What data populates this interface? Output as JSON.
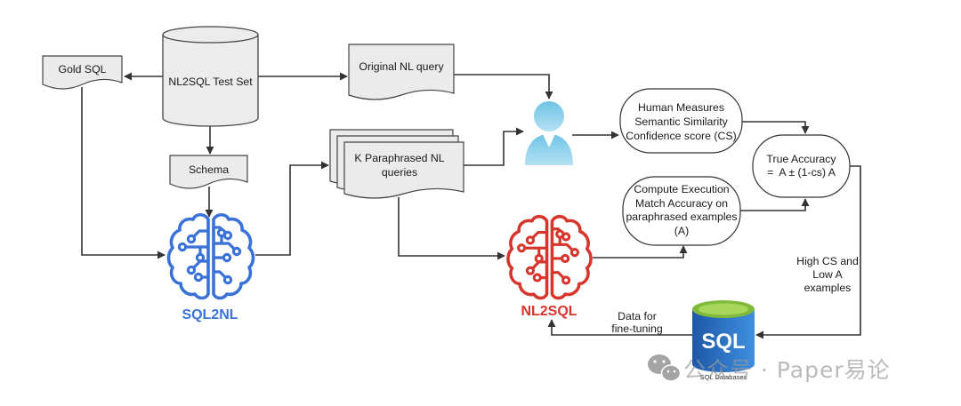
{
  "diagram": {
    "nodes": {
      "test_set": {
        "label": "NL2SQL Test Set",
        "icon": "database-cylinder-icon"
      },
      "gold_sql": {
        "label": "Gold SQL",
        "icon": "document-icon"
      },
      "original_query": {
        "label": "Original NL query",
        "icon": "document-icon"
      },
      "schema": {
        "label": "Schema",
        "icon": "document-icon"
      },
      "paraphrased_queries": {
        "lines": [
          "K Paraphrased NL",
          "queries"
        ],
        "icon": "stacked-documents-icon"
      },
      "human": {
        "icon": "person-icon"
      },
      "human_measures": {
        "lines": [
          "Human Measures",
          "Semantic Similarity",
          "Confidence score (CS)"
        ]
      },
      "true_accuracy": {
        "lines": [
          "True Accuracy",
          "=  A ± (1-cs) A"
        ]
      },
      "compute_accuracy": {
        "lines": [
          "Compute Execution",
          "Match Accuracy on",
          "paraphrased examples",
          "(A)"
        ]
      },
      "sql2nl": {
        "label": "SQL2NL",
        "icon": "brain-circuit-icon"
      },
      "nl2sql": {
        "label": "NL2SQL",
        "icon": "brain-circuit-icon"
      },
      "sql_databases": {
        "badge": "SQL",
        "caption": "SQL Databases",
        "icon": "sql-database-icon"
      }
    },
    "edge_labels": {
      "high_cs_low_a": [
        "High CS and",
        "Low A",
        "examples"
      ],
      "fine_tuning_data": [
        "Data for",
        "fine-tuning"
      ]
    }
  },
  "watermark": {
    "text": "公众号 · Paper易论",
    "icon": "wechat-icon"
  },
  "colors": {
    "sql2nl": "#3a72d8",
    "nl2sql": "#d7352b",
    "document_fill": "#ebebeb",
    "outline": "#333333",
    "person": "#8dcfe9",
    "sql_db_body": "#2a6fc0",
    "sql_db_top": "#8cc541",
    "watermark": "#9a9a9a"
  }
}
